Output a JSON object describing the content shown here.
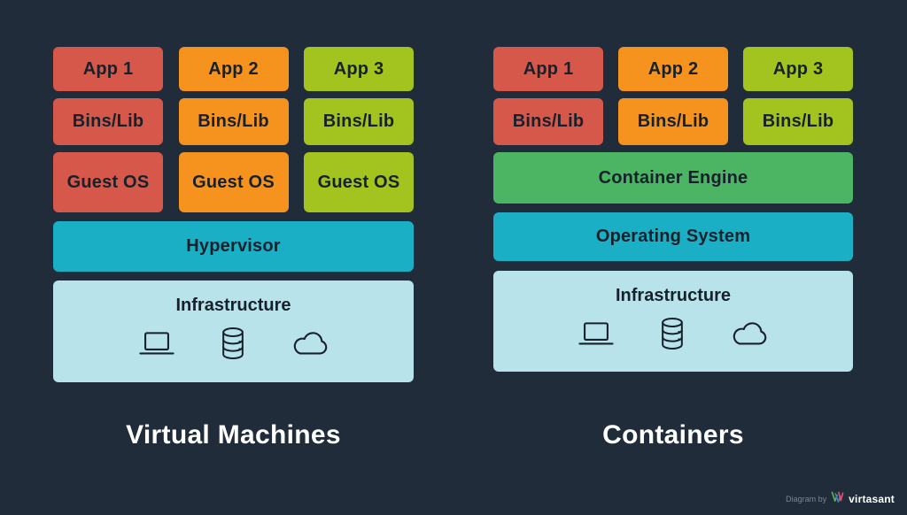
{
  "colors": {
    "background": "#202C39",
    "app1_red": "#D6584A",
    "app2_orange": "#F6921E",
    "app3_green": "#A3C31F",
    "container_engine_green": "#4CB563",
    "teal": "#1AAFC4",
    "infrastructure_blue": "#B8E3EB",
    "box_text": "#16212C",
    "title_text": "#FFFFFF",
    "footer_text": "#7A8694",
    "icon_stroke": "#16212C",
    "logo_green": "#5CB54A",
    "logo_blue": "#3A7FC2",
    "logo_pink": "#E0526E"
  },
  "left_stack": {
    "title": "Virtual Machines",
    "apps": [
      "App 1",
      "App 2",
      "App 3"
    ],
    "bins": [
      "Bins/Lib",
      "Bins/Lib",
      "Bins/Lib"
    ],
    "guest_os": [
      "Guest OS",
      "Guest OS",
      "Guest OS"
    ],
    "hypervisor": "Hypervisor",
    "infrastructure": "Infrastructure"
  },
  "right_stack": {
    "title": "Containers",
    "apps": [
      "App 1",
      "App 2",
      "App 3"
    ],
    "bins": [
      "Bins/Lib",
      "Bins/Lib",
      "Bins/Lib"
    ],
    "container_engine": "Container Engine",
    "operating_system": "Operating System",
    "infrastructure": "Infrastructure"
  },
  "infrastructure_icons": [
    "laptop-icon",
    "database-icon",
    "cloud-icon"
  ],
  "footer": {
    "credit": "Diagram by",
    "brand": "virtasant",
    "logo": "virtasant-w-logo-icon"
  }
}
